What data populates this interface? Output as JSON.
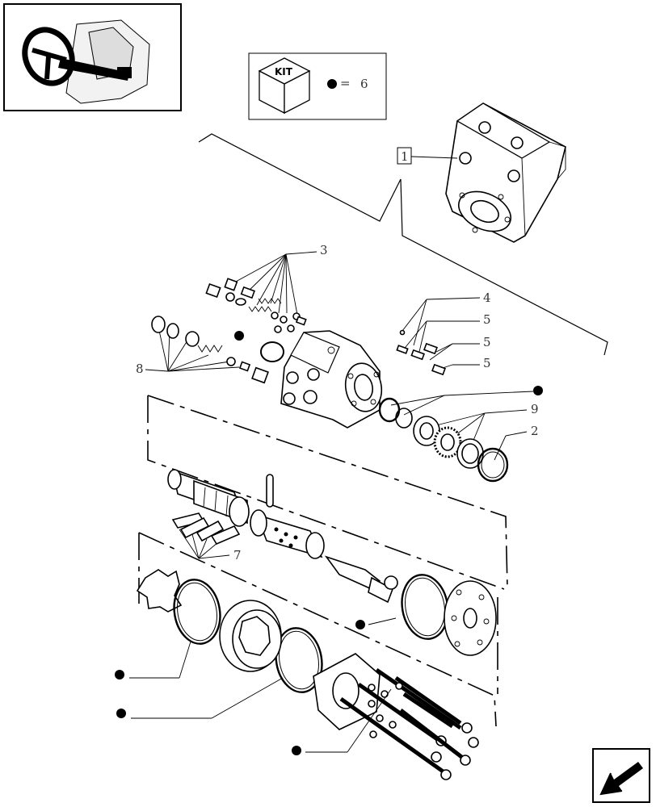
{
  "kit_box": {
    "kit_label": "KIT",
    "equals_sign": "=",
    "kit_ref": "6"
  },
  "callouts": {
    "ref_1": "1",
    "ref_2": "2",
    "ref_3": "3",
    "ref_4": "4",
    "ref_5a": "5",
    "ref_5b": "5",
    "ref_5c": "5",
    "ref_7": "7",
    "ref_8": "8",
    "ref_9": "9"
  },
  "icons": {
    "thumbnail": "steering-column-thumbnail-icon",
    "kit": "kit-cube-icon",
    "kit_marker": "kit-dot-icon",
    "next_page": "next-page-arrow-icon"
  }
}
